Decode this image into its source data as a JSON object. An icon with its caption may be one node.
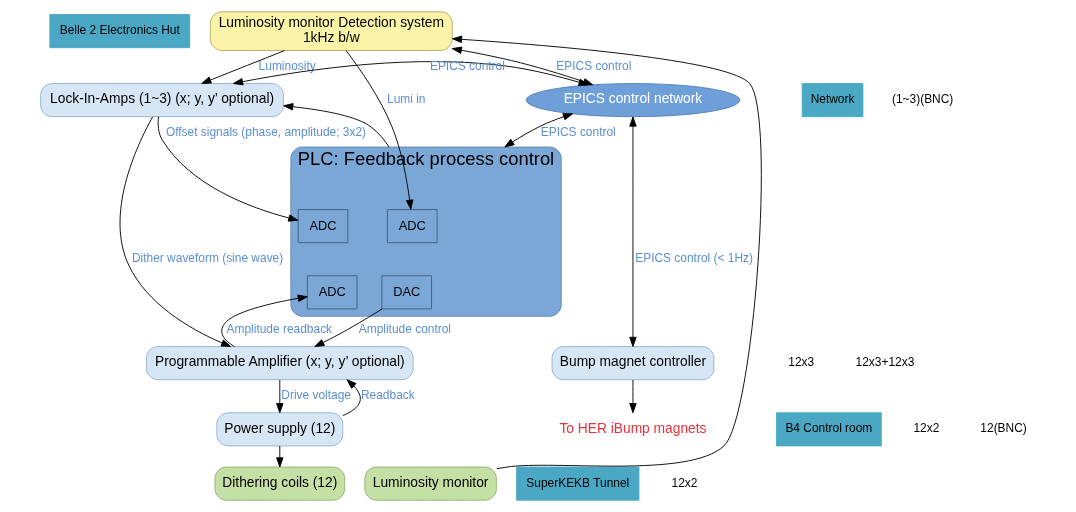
{
  "diagram": {
    "nodes": [
      {
        "text": [
          "Belle 2 Electronics Hut"
        ]
      },
      {
        "text": [
          "Luminosity monitor Detection system",
          "1kHz b/w"
        ]
      },
      {
        "text": [
          "Lock-In-Amps (1~3) (x; y, y’ optional)"
        ]
      },
      {
        "text": [
          "Network"
        ]
      },
      {
        "text": [
          "EPICS control network"
        ]
      },
      {
        "text": [
          "PLC: Feedback process control"
        ]
      },
      {
        "text": [
          "ADC"
        ],
        "in": 5
      },
      {
        "text": [
          "ADC"
        ],
        "in": 5
      },
      {
        "text": [
          "DAC"
        ],
        "in": 5
      },
      {
        "text": [
          "ADC"
        ],
        "in": 5
      },
      {
        "text": [
          "Bump magnet controller"
        ]
      },
      {
        "text": [
          "Programmable Amplifier (x; y, y’ optional)"
        ]
      },
      {
        "text": [
          "To HER iBump magnets"
        ]
      },
      {
        "text": [
          "B4 Control room"
        ]
      },
      {
        "text": [
          "Power supply (12)"
        ]
      },
      {
        "text": [
          "SuperKEKB Tunnel"
        ]
      },
      {
        "text": [
          "Dithering coils (12)"
        ]
      },
      {
        "text": [
          "Luminosity monitor"
        ]
      }
    ],
    "edges": [
      {
        "from": 4,
        "to": 1,
        "arrow": "both",
        "label": "EPICS control"
      },
      {
        "from": 4,
        "to": 2,
        "arrow": "both",
        "label": "EPICS control"
      },
      {
        "from": 1,
        "to": 6,
        "arrow": "to",
        "label": "Lumi in"
      },
      {
        "from": 1,
        "to": 2,
        "arrow": "to",
        "label": "Luminosity"
      },
      {
        "from": 2,
        "to": 7,
        "arrow": "to",
        "label": "Offset signals (phase, amplitude; 3x2)"
      },
      {
        "from": 5,
        "to": 2,
        "arrow": "to"
      },
      {
        "from": 4,
        "to": 5,
        "arrow": "both",
        "label": "EPICS control"
      },
      {
        "from": 2,
        "to": 11,
        "arrow": "to",
        "label": "Dither waveform (sine wave)"
      },
      {
        "from": 4,
        "to": 10,
        "arrow": "both",
        "label": "EPICS control (< 1Hz)"
      },
      {
        "from": 10,
        "to": 12,
        "arrow": "to"
      },
      {
        "from": 8,
        "to": 11,
        "arrow": "to",
        "label": "Amplitude control"
      },
      {
        "from": 11,
        "to": 9,
        "arrow": "to",
        "label": "Amplitude readback"
      },
      {
        "from": 14,
        "to": 11,
        "arrow": "to",
        "label": "Readback"
      },
      {
        "from": 11,
        "to": 14,
        "arrow": "to",
        "label": "Drive voltage"
      },
      {
        "from": 14,
        "to": 16,
        "arrow": "to"
      },
      {
        "from": 17,
        "to": 1,
        "arrow": "to"
      }
    ],
    "labels": [
      "12x3",
      "12x3+12x3",
      "(1~3)(BNC)",
      "12x2",
      "12(BNC)",
      "12x2"
    ]
  }
}
